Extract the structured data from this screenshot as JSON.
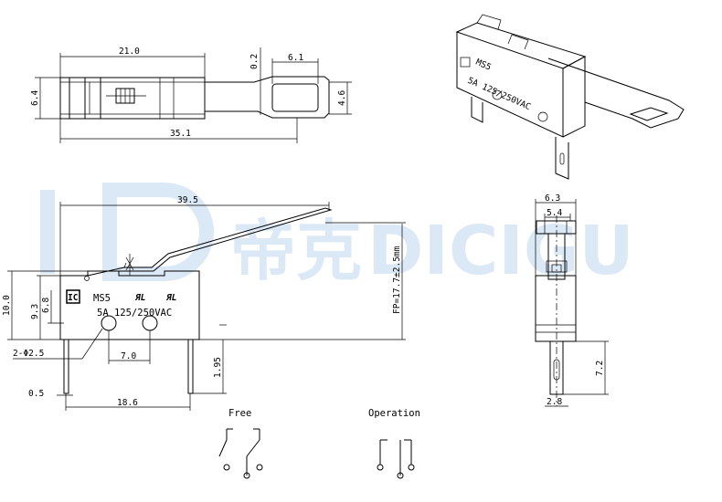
{
  "watermark": {
    "brand_cn": "帝克",
    "brand_en": "DICIGU",
    "color": "#dbe9f6"
  },
  "top_view": {
    "dim_width": "21.0",
    "dim_overall": "35.1",
    "dim_height": "6.4",
    "dim_gap": "0.2",
    "dim_slot_length": "6.1",
    "dim_slot_width": "4.6"
  },
  "front_view": {
    "dim_lever_length": "39.5",
    "dim_free_position": "FP=17.7±2.5mm",
    "dim_height_total": "10.0",
    "dim_body_height": "9.3",
    "dim_hole_height": "6.8",
    "dim_holes": "2-Φ2.5",
    "dim_hole_pitch": "7.0",
    "dim_terminal_length": "1.95",
    "dim_terminal_offset": "0.5",
    "dim_terminal_pitch": "18.6",
    "logo": "IC",
    "model": "MS5",
    "rating": "5A 125/250VAC"
  },
  "side_view": {
    "dim_width": "6.3",
    "dim_inner": "5.4",
    "dim_terminal_height": "7.2",
    "dim_terminal_width": "2.8"
  },
  "iso_view": {
    "model": "MS5",
    "rating": "5A 125/250VAC"
  },
  "schematic": {
    "free_label": "Free",
    "operation_label": "Operation"
  }
}
